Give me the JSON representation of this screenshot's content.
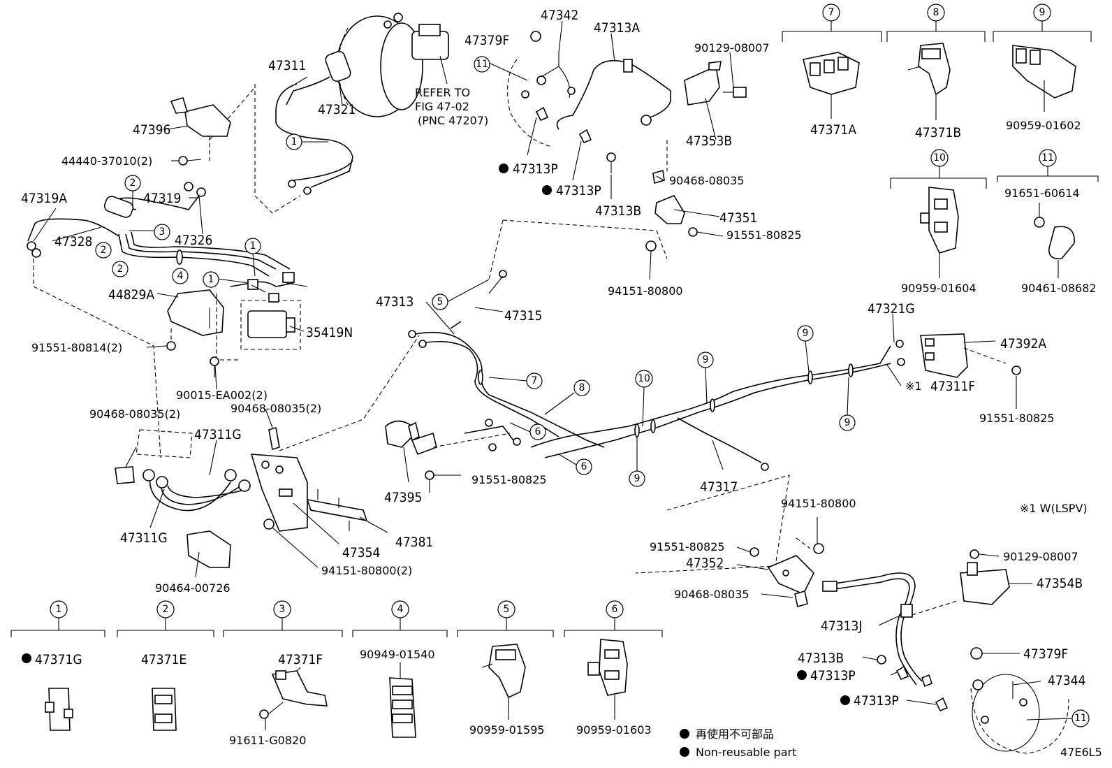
{
  "labels": {
    "p47311": "47311",
    "p47321": "47321",
    "refer1": "REFER TO",
    "refer2": "FIG 47-02",
    "refer3": "(PNC 47207)",
    "p47379F": "47379F",
    "p47342": "47342",
    "p47313A": "47313A",
    "p90129_08007_top": "90129-08007",
    "p47353B": "47353B",
    "p47396": "47396",
    "p44440": "44440-37010(2)",
    "p47319A": "47319A",
    "p47319": "47319",
    "p47328": "47328",
    "p47326": "47326",
    "p44829A": "44829A",
    "p35419N": "35419N",
    "p91551_80814": "91551-80814(2)",
    "p90015": "90015-EA002(2)",
    "p47313P_a": "47313P",
    "p47313P_b": "47313P",
    "p90468_08035_top": "90468-08035",
    "p47313B_top": "47313B",
    "p47351": "47351",
    "p91551_80825_top": "91551-80825",
    "p94151_80800_top": "94151-80800",
    "p47313": "47313",
    "p47315": "47315",
    "p47321G": "47321G",
    "p47392A": "47392A",
    "p47311F": "47311F",
    "w_mark": "※1",
    "p91551_80825_right": "91551-80825",
    "p90468_08035_2a": "90468-08035(2)",
    "p90468_08035_2b": "90468-08035(2)",
    "p47311G_a": "47311G",
    "p47311G_b": "47311G",
    "p47354": "47354",
    "p47381": "47381",
    "p94151_80800_2": "94151-80800(2)",
    "p90464": "90464-00726",
    "p47395": "47395",
    "p91551_80825_mid": "91551-80825",
    "p47317": "47317",
    "p94151_80800_mid": "94151-80800",
    "wlspv": "※1 W(LSPV)",
    "p91551_80825_low": "91551-80825",
    "p47352": "47352",
    "p90468_08035_low": "90468-08035",
    "p90129_08007_low": "90129-08007",
    "p47354B": "47354B",
    "p47313J": "47313J",
    "p47313B_low": "47313B",
    "p47313P_c": "47313P",
    "p47313P_d": "47313P",
    "p47379F_low": "47379F",
    "p47344": "47344",
    "note_jp": "再使用不可部品",
    "note_en": "Non-reusable part",
    "fig_code": "47E6L5"
  },
  "legend_groups": [
    {
      "num": "1",
      "part": "47371G",
      "non_reusable": true
    },
    {
      "num": "2",
      "part": "47371E",
      "non_reusable": false
    },
    {
      "num": "3",
      "part": "47371F",
      "sub": "91611-G0820",
      "non_reusable": false
    },
    {
      "num": "4",
      "part": "90949-01540",
      "non_reusable": false
    },
    {
      "num": "5",
      "part": "90959-01595",
      "non_reusable": false
    },
    {
      "num": "6",
      "part": "90959-01603",
      "non_reusable": false
    },
    {
      "num": "7",
      "part": "47371A",
      "non_reusable": false
    },
    {
      "num": "8",
      "part": "47371B",
      "non_reusable": false
    },
    {
      "num": "9",
      "part": "90959-01602",
      "non_reusable": false
    },
    {
      "num": "10",
      "part": "90959-01604",
      "non_reusable": false
    },
    {
      "num": "11",
      "part": "91651-60614",
      "sub": "90461-08682",
      "non_reusable": false
    }
  ],
  "callout_numbers": {
    "c1": "1",
    "c2": "2",
    "c3": "3",
    "c4": "4",
    "c5": "5",
    "c6": "6",
    "c7": "7",
    "c8": "8",
    "c9": "9",
    "c10": "10",
    "c11": "11"
  }
}
